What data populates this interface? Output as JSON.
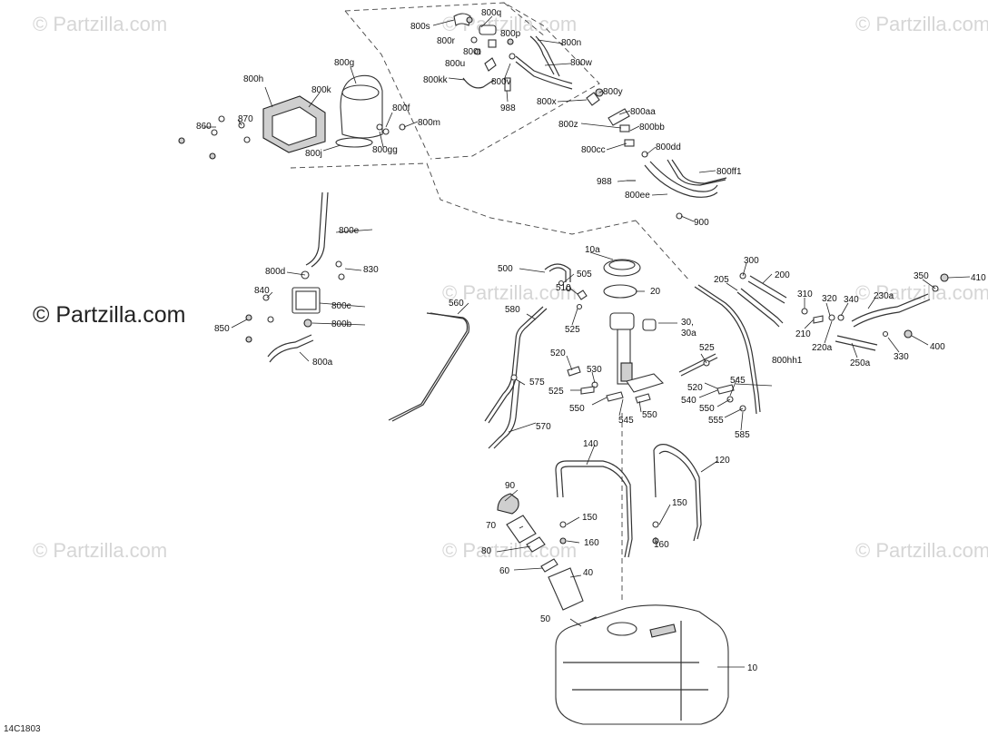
{
  "watermarks": {
    "faint": "© Partzilla.com",
    "prominent": "© Partzilla.com"
  },
  "diagram_code": "14C1803",
  "callouts": {
    "p800s": "800s",
    "p800q": "800q",
    "p800r": "800r",
    "p800t": "800t",
    "p800p": "800p",
    "p800n": "800n",
    "p800u": "800u",
    "p800w": "800w",
    "p800kk": "800kk",
    "p800v": "800v",
    "p988a": "988",
    "p800g": "800g",
    "p800h": "800h",
    "p800k": "800k",
    "p870": "870",
    "p860": "860",
    "p800f": "800f",
    "p800m": "800m",
    "p800j": "800j",
    "p800gg": "800gg",
    "p800y": "800y",
    "p800x": "800x",
    "p800aa": "800aa",
    "p800z": "800z",
    "p800bb": "800bb",
    "p800cc": "800cc",
    "p800dd": "800dd",
    "p800ff1": "800ff1",
    "p988b": "988",
    "p800ee": "800ee",
    "p900": "900",
    "p800e": "800e",
    "p800d": "800d",
    "p830": "830",
    "p840": "840",
    "p800c": "800c",
    "p850": "850",
    "p800b": "800b",
    "p800a": "800a",
    "p10a": "10a",
    "p500": "500",
    "p505": "505",
    "p20": "20",
    "p560": "560",
    "p510": "510",
    "p580": "580",
    "p525a": "525",
    "p30": "30,",
    "p30a": "30a",
    "p520a": "520",
    "p530": "530",
    "p575": "575",
    "p525b": "525",
    "p550a": "550",
    "p545a": "545",
    "p550b": "550",
    "p570": "570",
    "p300": "300",
    "p205": "205",
    "p200": "200",
    "p310": "310",
    "p320": "320",
    "p340": "340",
    "p230a": "230a",
    "p350": "350",
    "p410": "410",
    "p210": "210",
    "p220a": "220a",
    "p400": "400",
    "p250a": "250a",
    "p330": "330",
    "p525c": "525",
    "p800hh1": "800hh1",
    "p520b": "520",
    "p545b": "545",
    "p540": "540",
    "p550c": "550",
    "p555": "555",
    "p585": "585",
    "p140": "140",
    "p120": "120",
    "p90": "90",
    "p150a": "150",
    "p150b": "150",
    "p70": "70",
    "p160a": "160",
    "p160b": "160",
    "p80": "80",
    "p60": "60",
    "p40": "40",
    "p50": "50",
    "p10": "10"
  }
}
